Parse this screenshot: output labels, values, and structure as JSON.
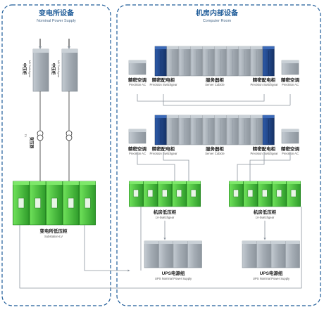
{
  "substation": {
    "title_cn": "变电所设备",
    "title_en": "Nominal Power Supply",
    "mv_cn": "中压柜",
    "mv_en": "MV Switchgear",
    "tx_cn": "变压器",
    "tx_en": "TX",
    "lv_cn": "变电所低压柜",
    "lv_en": "Substation-LV"
  },
  "room": {
    "title_cn": "机房内部设备",
    "title_en": "Computer Room",
    "ac_cn": "精密空调",
    "ac_en": "Precision AC",
    "pdu_cn": "精密配电柜",
    "pdu_en": "Precision Switchgear",
    "server_cn": "服务器柜",
    "server_en": "Server Cubicle",
    "lv_cn": "机房低压柜",
    "lv_en": "LV-Switchgear",
    "ups_cn": "UPS电源组",
    "ups_en": "UPS Nominal Power Supply"
  },
  "colors": {
    "frame": "#1f5c99",
    "green_dark": "#2e9a2a",
    "green_light": "#5fd84f",
    "navy": "#1a3d7c",
    "gray_cab": "#a9b0b8",
    "line": "#8c959e"
  }
}
